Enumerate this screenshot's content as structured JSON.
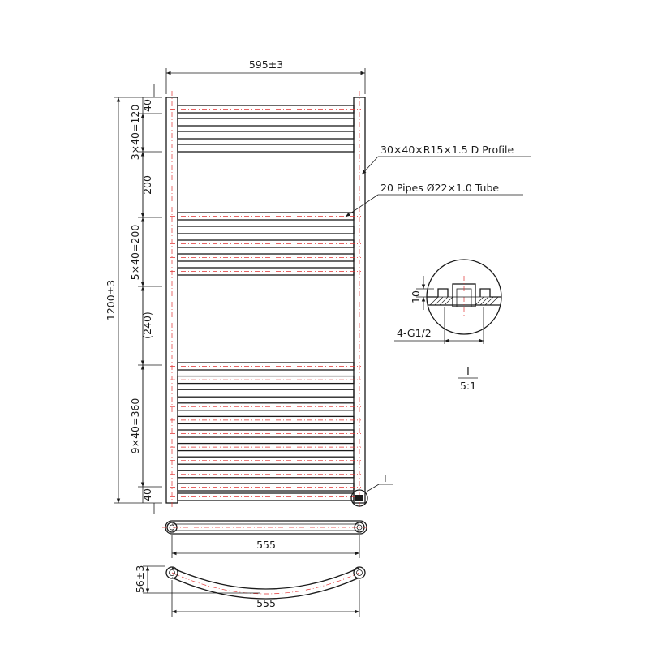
{
  "dimensions": {
    "overall_width": "595±3",
    "overall_height": "1200±3",
    "top_end": "40",
    "top_group": "3×40=120",
    "gap_upper": "200",
    "middle_group": "5×40=200",
    "gap_lower": "(240)",
    "bottom_group": "9×40=360",
    "bottom_end": "40",
    "plan_width": "555",
    "curved_width": "555",
    "curve_depth": "56±3",
    "detail_height": "10"
  },
  "callouts": {
    "profile": "30×40×R15×1.5 D Profile",
    "pipes": "20 Pipes Ø22×1.0 Tube",
    "thread": "4-G1/2",
    "detail_marker": "I"
  },
  "detail_scale": {
    "label": "I",
    "scale": "5:1"
  },
  "colors": {
    "line": "#1a1a1a",
    "centerline": "#e03030"
  }
}
